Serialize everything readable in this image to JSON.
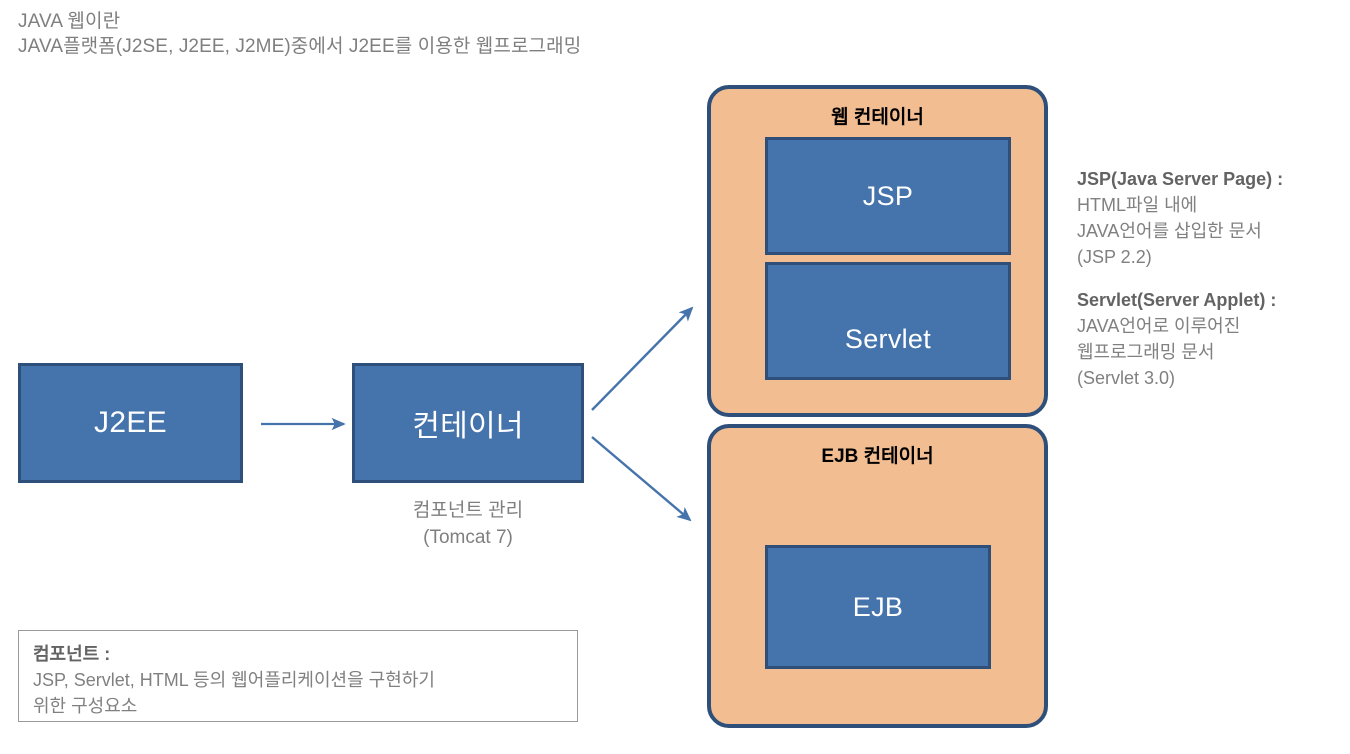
{
  "header": {
    "line1": "JAVA 웹이란",
    "line2": "JAVA플랫폼(J2SE, J2EE, J2ME)중에서 J2EE를 이용한 웹프로그래밍"
  },
  "nodes": {
    "j2ee": {
      "label": "J2EE"
    },
    "container": {
      "label": "컨테이너",
      "caption_line1": "컴포넌트 관리",
      "caption_line2": "(Tomcat 7)"
    },
    "jsp": {
      "label": "JSP"
    },
    "servlet": {
      "label": "Servlet"
    },
    "ejb": {
      "label": "EJB"
    }
  },
  "panels": {
    "web": {
      "title": "웹 컨테이너"
    },
    "ejb": {
      "title": "EJB 컨테이너"
    }
  },
  "notes": {
    "jsp": {
      "title": "JSP(Java Server Page) :",
      "line1": "HTML파일 내에",
      "line2": "JAVA언어를 삽입한 문서",
      "line3": "(JSP 2.2)"
    },
    "servlet": {
      "title": "Servlet(Server Applet) :",
      "line1": "JAVA언어로 이루어진",
      "line2": "웹프로그래밍 문서",
      "line3": "(Servlet 3.0)"
    }
  },
  "component_box": {
    "title": "컴포넌트 :",
    "line1": "JSP, Servlet, HTML 등의 웹어플리케이션을 구현하기",
    "line2": "위한 구성요소"
  },
  "arrows": [
    {
      "name": "j2ee-to-container",
      "from": "J2EE",
      "to": "컨테이너",
      "direction": "right"
    },
    {
      "name": "container-to-web-container",
      "from": "컨테이너",
      "to": "웹 컨테이너",
      "direction": "up-right"
    },
    {
      "name": "container-to-ejb-container",
      "from": "컨테이너",
      "to": "EJB 컨테이너",
      "direction": "down-right"
    }
  ],
  "colors": {
    "box_fill": "#4573ab",
    "box_border": "#2d4f79",
    "panel_fill": "#f2bd91",
    "panel_border": "#2d4f79",
    "arrow": "#4573ab",
    "text_gray": "#808080",
    "text_dark": "#636363"
  }
}
